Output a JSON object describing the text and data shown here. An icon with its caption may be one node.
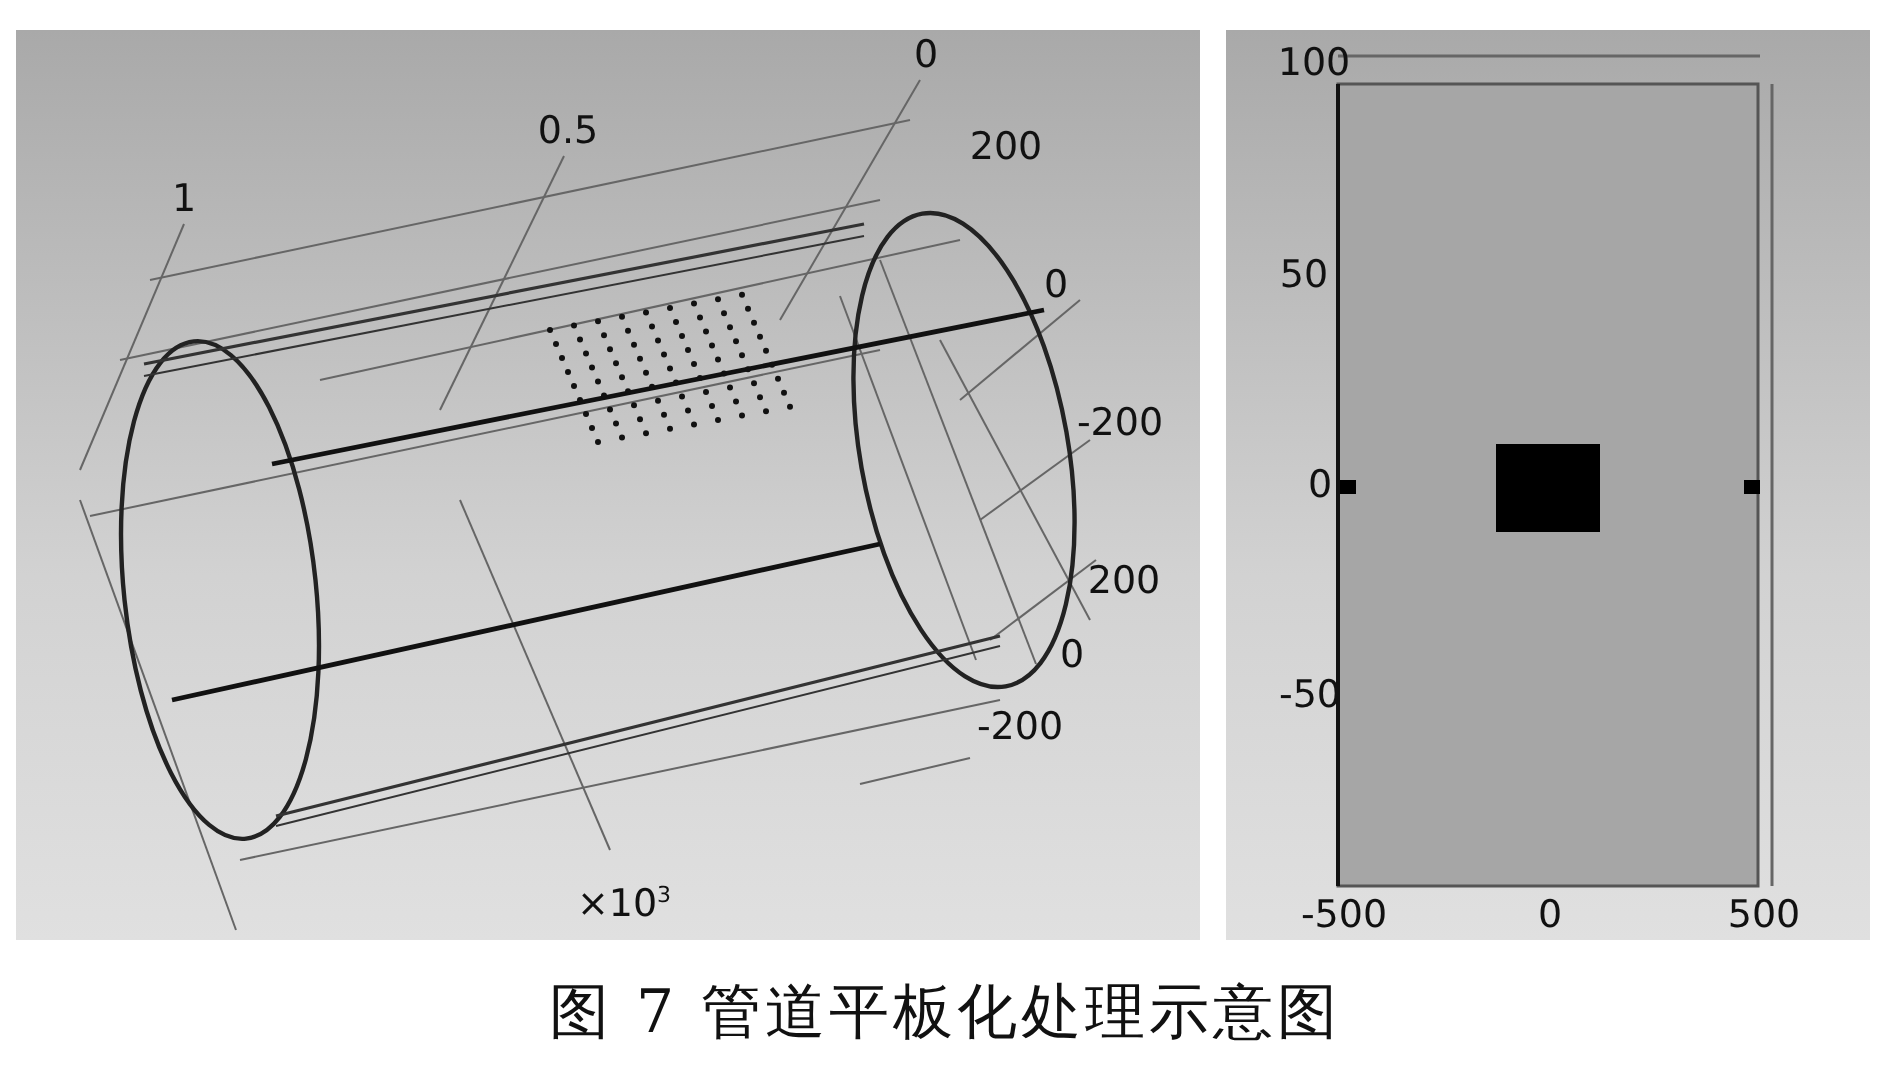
{
  "diagram": {
    "caption": "图 7 管道平板化处理示意图",
    "labels": [
      "1",
      "0.5",
      "0",
      "200",
      "0",
      "-200",
      "200",
      "0",
      "-200",
      "×10$^{3}$",
      "100",
      "50",
      "0",
      "-50",
      "-500",
      "0",
      "500"
    ]
  }
}
